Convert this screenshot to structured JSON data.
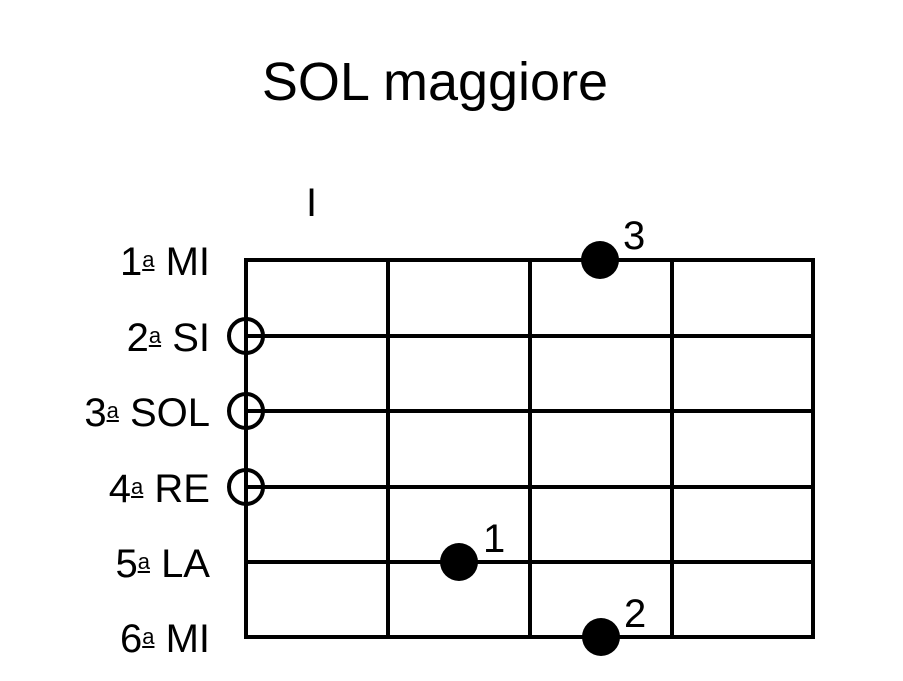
{
  "title": "SOL maggiore",
  "fret_marker": "I",
  "strings": [
    {
      "num": "1",
      "ord": "a",
      "name": "MI"
    },
    {
      "num": "2",
      "ord": "a",
      "name": "SI"
    },
    {
      "num": "3",
      "ord": "a",
      "name": "SOL"
    },
    {
      "num": "4",
      "ord": "a",
      "name": "RE"
    },
    {
      "num": "5",
      "ord": "a",
      "name": "LA"
    },
    {
      "num": "6",
      "ord": "a",
      "name": "MI"
    }
  ],
  "open_strings": [
    2,
    3,
    4
  ],
  "fingers": [
    {
      "string": 1,
      "fret": 3,
      "finger": "3"
    },
    {
      "string": 5,
      "fret": 2,
      "finger": "1"
    },
    {
      "string": 6,
      "fret": 3,
      "finger": "2"
    }
  ],
  "frets_shown": 4
}
